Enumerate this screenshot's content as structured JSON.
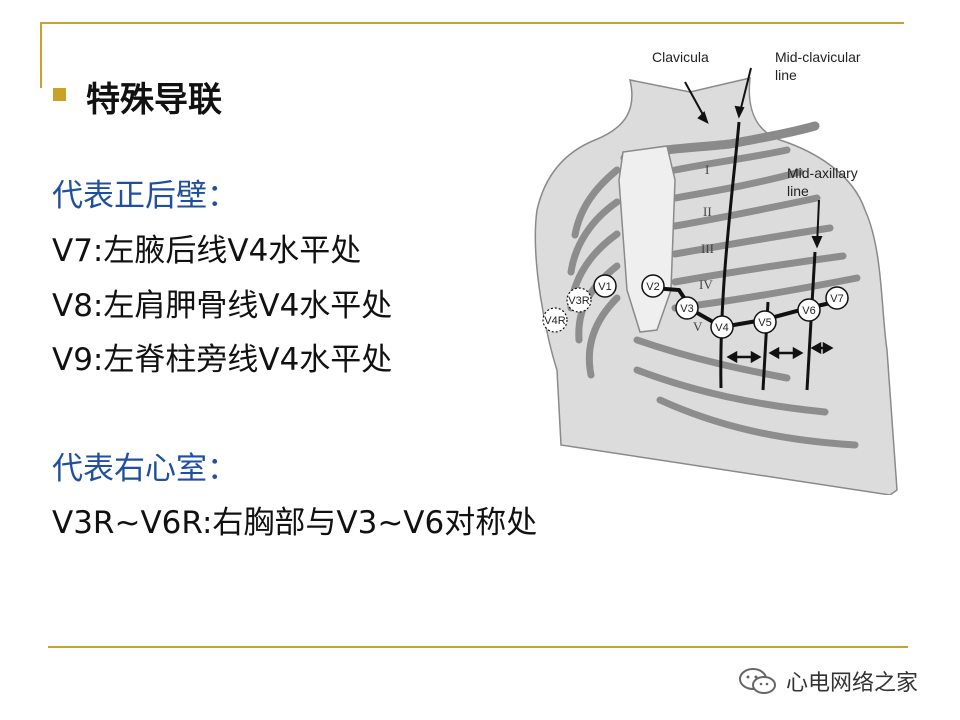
{
  "slide": {
    "title": "特殊导联",
    "sections": [
      {
        "heading": "代表正后壁：",
        "lines": [
          "V7:左腋后线V4水平处",
          "V8:左肩胛骨线V4水平处",
          "V9:左脊柱旁线V4水平处"
        ]
      },
      {
        "heading": "代表右心室：",
        "lines": [
          "V3R~V6R:右胸部与V3~V6对称处"
        ]
      }
    ]
  },
  "diagram": {
    "labels": {
      "clavicula": "Clavicula",
      "mid_clavicular_1": "Mid-clavicular",
      "mid_clavicular_2": "line",
      "mid_axillary_1": "Mid-axillary",
      "mid_axillary_2": "line"
    },
    "ribs": [
      "I",
      "II",
      "III",
      "IV",
      "V"
    ],
    "electrodes": [
      "V1",
      "V2",
      "V3",
      "V4",
      "V5",
      "V6",
      "V7",
      "V3R",
      "V4R"
    ]
  },
  "watermark": {
    "text": "心电网络之家"
  },
  "colors": {
    "accent": "#c9a227",
    "blue_text": "#1f4fa0"
  }
}
